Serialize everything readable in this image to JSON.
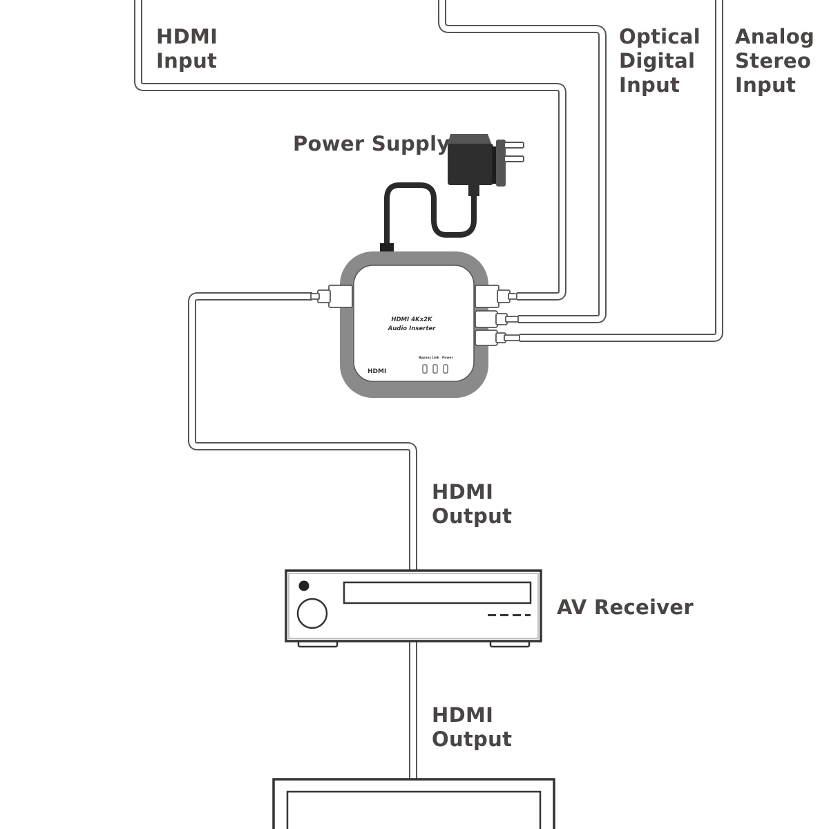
{
  "labels": {
    "hdmi_input": [
      "HDMI",
      "Input"
    ],
    "optical_input": [
      "Optical",
      "Digital",
      "Input"
    ],
    "analog_input": [
      "Analog",
      "Stereo",
      "Input"
    ],
    "power_supply": "Power Supply",
    "hdmi_output_1": [
      "HDMI",
      "Output"
    ],
    "av_receiver": "AV Receiver",
    "hdmi_output_2": [
      "HDMI",
      "Output"
    ]
  },
  "device": {
    "title_line1": "HDMI 4Kx2K",
    "title_line2": "Audio Inserter",
    "logo": "HDMI",
    "led_labels": [
      "Bypass",
      "Link",
      "Power"
    ]
  },
  "colors": {
    "text": "#4a4444",
    "cable": "#555555",
    "device_border": "#8a8a8a"
  }
}
